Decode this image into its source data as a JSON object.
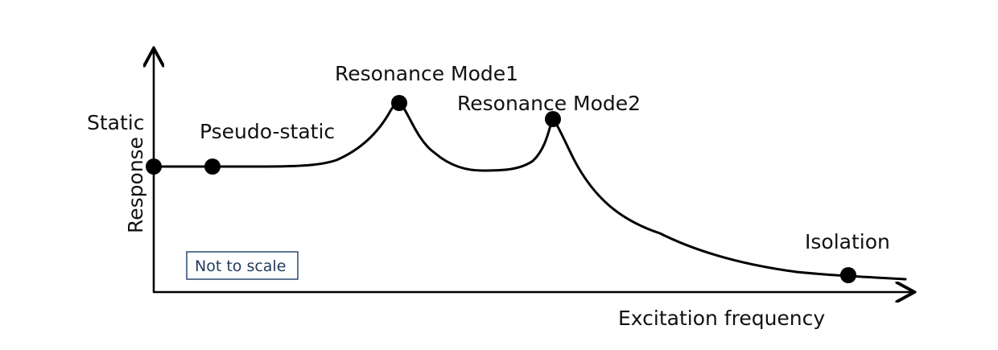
{
  "diagram": {
    "xlabel": "Excitation frequency",
    "ylabel": "Response",
    "note": "Not to scale",
    "points": {
      "static": "Static",
      "pseudo_static": "Pseudo-static",
      "resonance1": "Resonance Mode1",
      "resonance2": "Resonance Mode2",
      "isolation": "Isolation"
    }
  }
}
